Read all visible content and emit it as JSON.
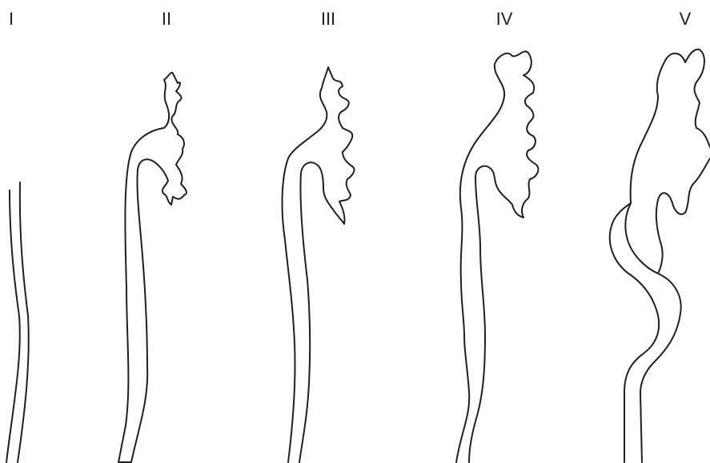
{
  "figure": {
    "stages": [
      {
        "label": "I"
      },
      {
        "label": "II"
      },
      {
        "label": "III"
      },
      {
        "label": "IV"
      },
      {
        "label": "V"
      }
    ],
    "colors": {
      "line": "#231f20",
      "background": "#ffffff"
    }
  }
}
